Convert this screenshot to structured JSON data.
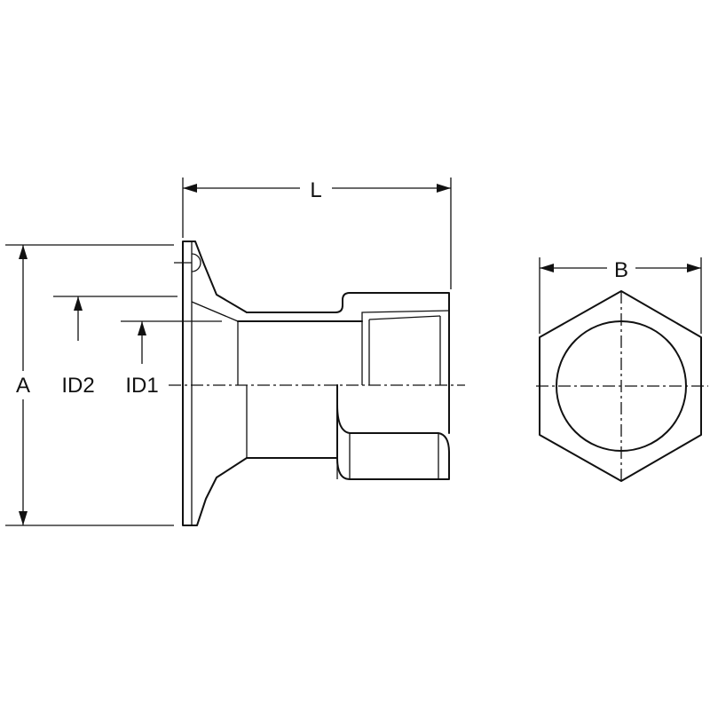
{
  "labels": {
    "length": "L",
    "across_flats": "B",
    "flange_diameter": "A",
    "inner_diameter_2": "ID2",
    "inner_diameter_1": "ID1"
  }
}
